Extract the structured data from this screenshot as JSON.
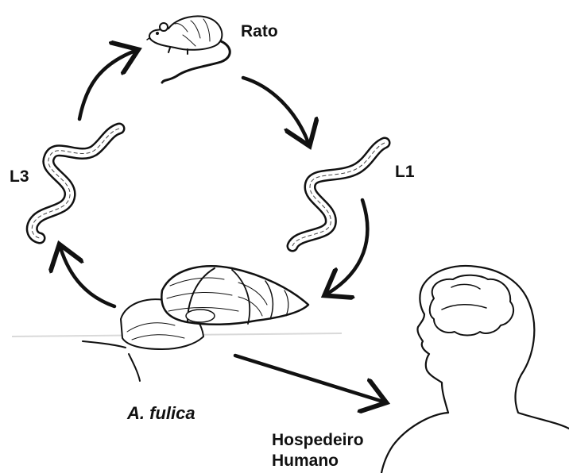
{
  "labels": {
    "rat": "Rato",
    "larva_l1": "L1",
    "larva_l3": "L3",
    "snail": "A. fulica",
    "human_line1": "Hospedeiro",
    "human_line2": "Humano"
  },
  "colors": {
    "ink": "#111111",
    "background": "#ffffff",
    "ground_line": "#d9d9d9"
  }
}
